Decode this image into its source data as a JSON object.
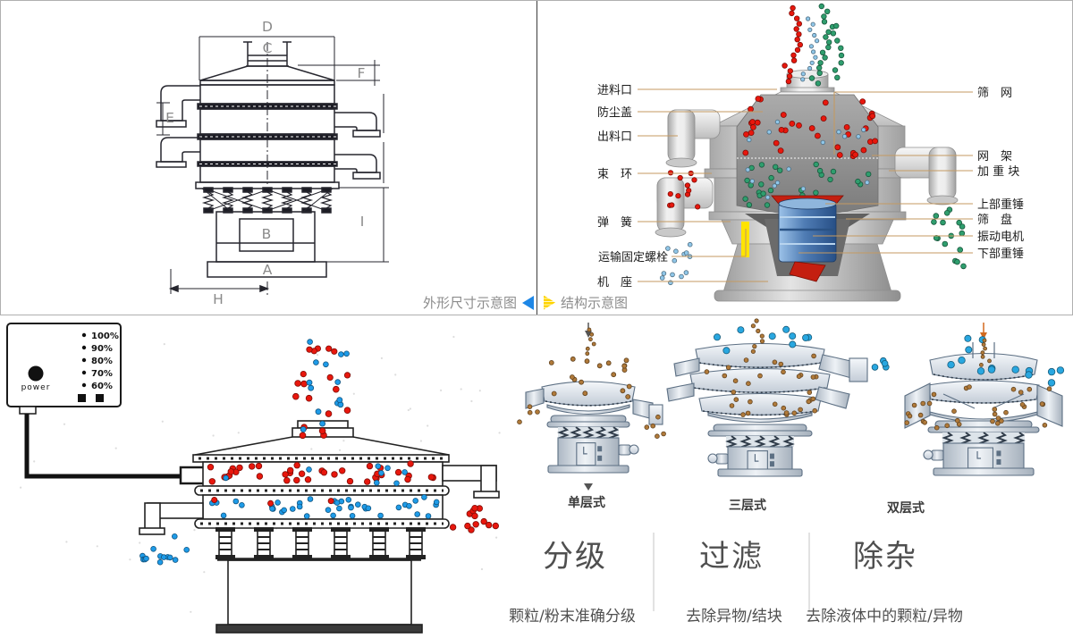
{
  "panel_dimension": {
    "caption": "外形尺寸示意图",
    "letters": {
      "d": "D",
      "c": "C",
      "f": "F",
      "e": "E",
      "i": "I",
      "b": "B",
      "a": "A",
      "h": "H"
    }
  },
  "panel_structure": {
    "caption": "结构示意图",
    "left_labels": [
      "进料口",
      "防尘盖",
      "出料口",
      "束　环",
      "弹　簧",
      "运输固定螺栓",
      "机　座"
    ],
    "right_labels": [
      "筛　网",
      "网　架",
      "加 重 块",
      "上部重锤",
      "筛　盘",
      "振动电机",
      "下部重锤"
    ]
  },
  "control_box": {
    "power_label": "power",
    "levels": [
      "100%",
      "90%",
      "80%",
      "70%",
      "60%"
    ]
  },
  "models": [
    {
      "name": "单层式",
      "function": "分级",
      "description": "颗粒/粉末准确分级"
    },
    {
      "name": "三层式",
      "function": "过滤",
      "description": "去除异物/结块"
    },
    {
      "name": "双层式",
      "function": "除杂",
      "description": "去除液体中的颗粒/异物"
    }
  ],
  "colors": {
    "particle_red": "#e8170d",
    "particle_blue": "#1e9be8",
    "particle_green": "#2f9e6e",
    "particle_lightblue": "#8fc6e8",
    "particle_brown": "#b07a3a",
    "particle_cyan": "#29a7e0",
    "noise_gray": "#dddddd",
    "callout_line": "#c49a62",
    "accent_blue_triangle": "#1e87e6",
    "accent_yellow_triangle": "#ffd400",
    "motor_blue": "#3f6ea8",
    "weight_red": "#c41f10",
    "bolt_yellow": "#ffe400"
  }
}
